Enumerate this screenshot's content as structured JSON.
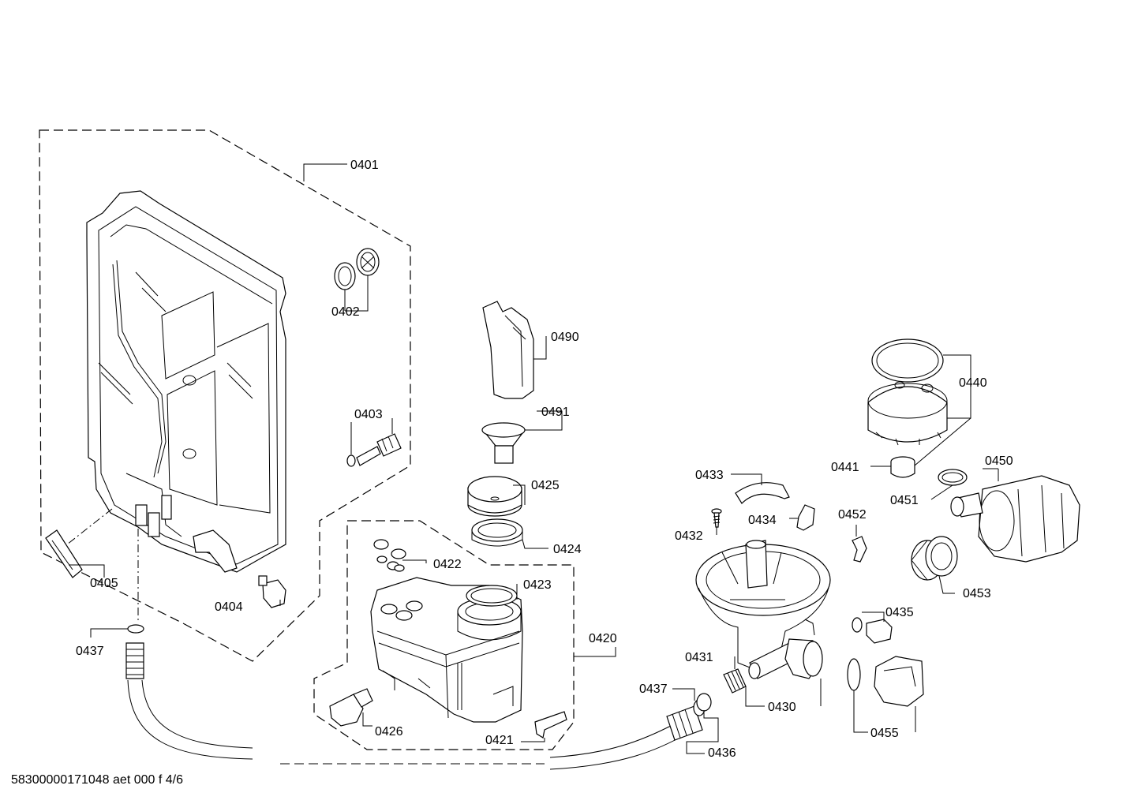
{
  "labels": {
    "p0401": "0401",
    "p0402": "0402",
    "p0403": "0403",
    "p0404": "0404",
    "p0405": "0405",
    "p0437a": "0437",
    "p0490": "0490",
    "p0491": "0491",
    "p0425": "0425",
    "p0424": "0424",
    "p0422": "0422",
    "p0423": "0423",
    "p0420": "0420",
    "p0426": "0426",
    "p0421": "0421",
    "p0437b": "0437",
    "p0436": "0436",
    "p0433": "0433",
    "p0432": "0432",
    "p0434": "0434",
    "p0431": "0431",
    "p0430": "0430",
    "p0452": "0452",
    "p0435": "0435",
    "p0455": "0455",
    "p0440": "0440",
    "p0441": "0441",
    "p0450": "0450",
    "p0451": "0451",
    "p0453": "0453"
  },
  "footer": "58300000171048 aet 000 f 4/6"
}
